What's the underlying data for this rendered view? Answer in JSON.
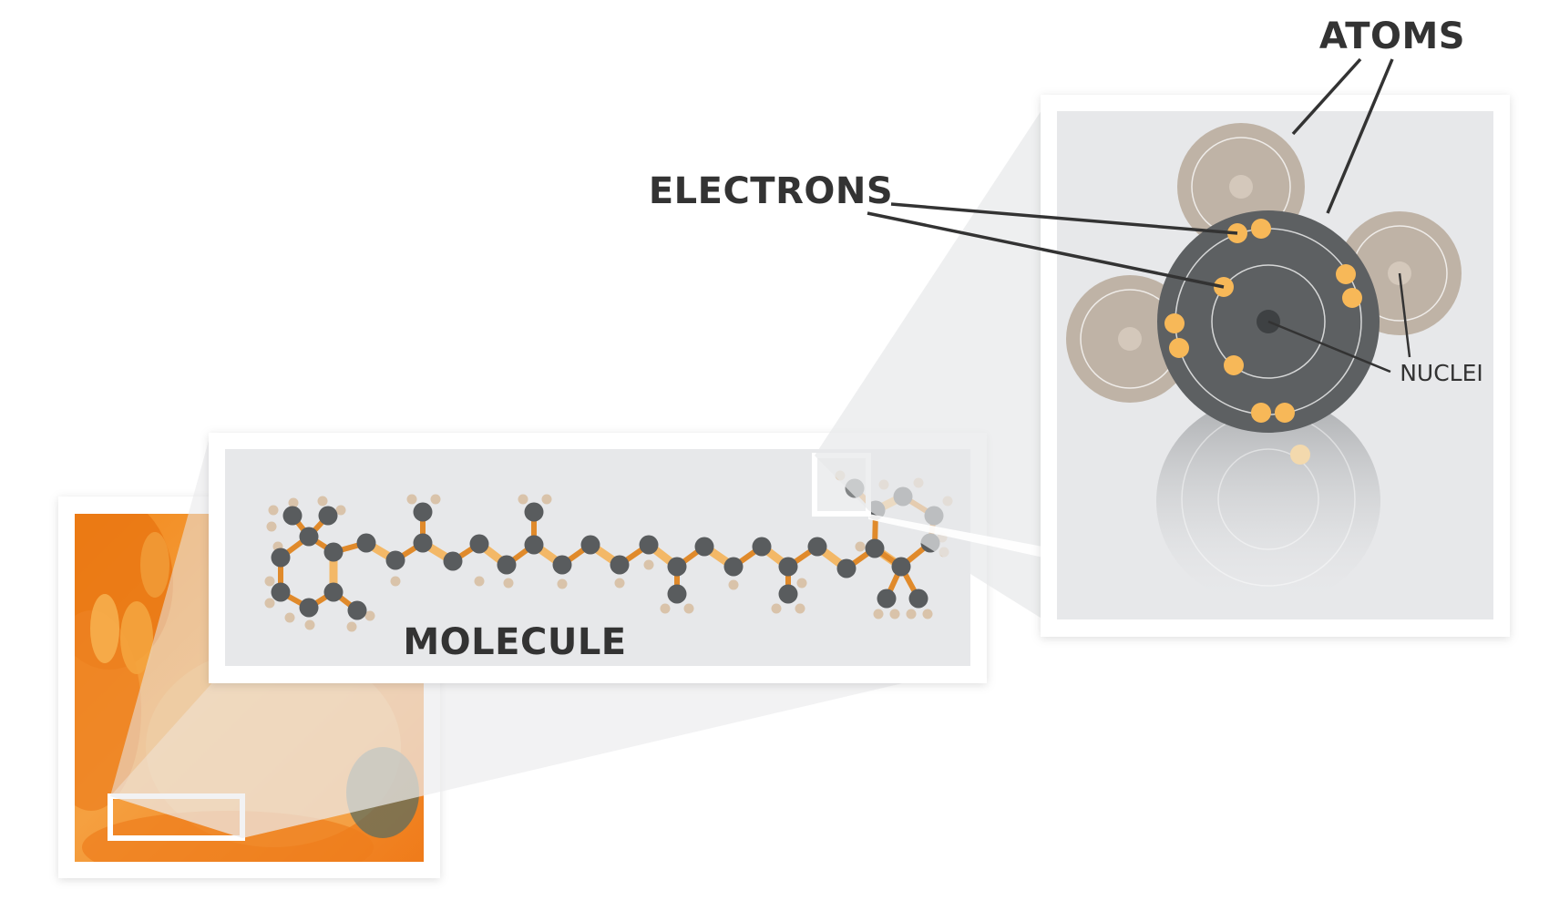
{
  "labels": {
    "atoms": "ATOMS",
    "electrons": "ELECTRONS",
    "nuclei": "NUCLEI",
    "molecule": "MOLECULE"
  },
  "colors": {
    "background": "#ffffff",
    "panel_gray": "#e7e8ea",
    "frame_white": "#ffffff",
    "atom_dark": "#5d6062",
    "atom_tan": "#bfb3a6",
    "electron": "#f7b858",
    "bond": "#e08a2b",
    "bond_light": "#f3b867",
    "carbon": "#595c5e",
    "hydrogen": "#d9c3aa",
    "label_text": "#333333",
    "flower_orange": "#f08a24"
  }
}
